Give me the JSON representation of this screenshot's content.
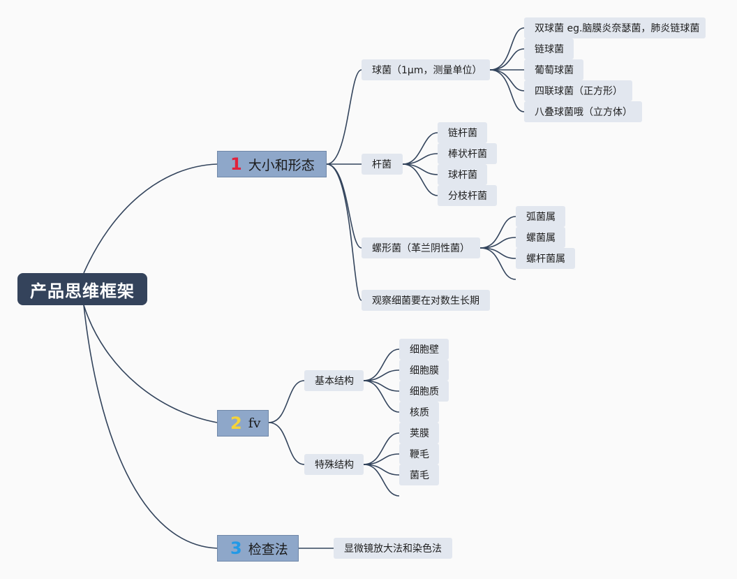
{
  "root": "产品思维框架",
  "branches": [
    {
      "number": "1",
      "label": "大小和形态",
      "children": [
        {
          "label": "球菌（1μm，测量单位）",
          "children": [
            "双球菌 eg.脑膜炎奈瑟菌，肺炎链球菌",
            "链球菌",
            "葡萄球菌",
            "四联球菌（正方形）",
            "八叠球菌哦（立方体）"
          ]
        },
        {
          "label": "杆菌",
          "children": [
            "链杆菌",
            "棒状杆菌",
            "球杆菌",
            "分枝杆菌"
          ]
        },
        {
          "label": "螺形菌（革兰阴性菌）",
          "children": [
            "弧菌属",
            "螺菌属",
            "螺杆菌属",
            ""
          ]
        },
        {
          "label": "观察细菌要在对数生长期",
          "children": []
        }
      ]
    },
    {
      "number": "2",
      "label": "fv",
      "children": [
        {
          "label": "基本结构",
          "children": [
            "细胞壁",
            "细胞膜",
            "细胞质",
            "核质"
          ]
        },
        {
          "label": "特殊结构",
          "children": [
            "荚膜",
            "鞭毛",
            "菌毛",
            ""
          ]
        }
      ]
    },
    {
      "number": "3",
      "label": "检查法",
      "children": [
        {
          "label": "显微镜放大法和染色法",
          "children": []
        }
      ]
    }
  ]
}
